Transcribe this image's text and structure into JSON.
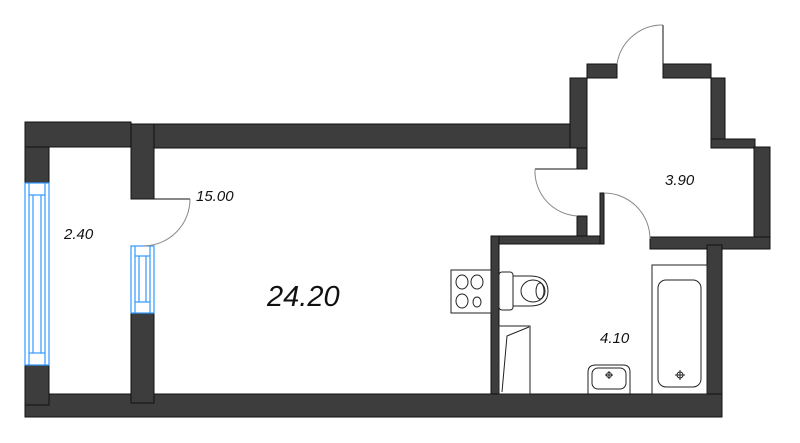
{
  "plan": {
    "rooms": [
      {
        "id": "living-room",
        "area": "24.20"
      },
      {
        "id": "balcony",
        "area": "2.40"
      },
      {
        "id": "loggia-door-area",
        "area": "15.00"
      },
      {
        "id": "hallway",
        "area": "3.90"
      },
      {
        "id": "bathroom",
        "area": "4.10"
      }
    ],
    "colors": {
      "wall": "#3d3d3d",
      "wall_outline": "#111111",
      "window": "#3399ff",
      "door_arc": "#888888",
      "fixture": "#222222",
      "background": "#ffffff"
    }
  }
}
